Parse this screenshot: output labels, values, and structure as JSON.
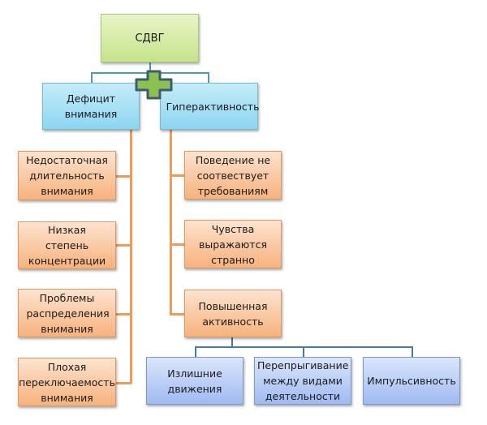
{
  "diagram": {
    "root": "СДВГ",
    "categories": [
      {
        "label": "Дефицит внимания",
        "items": [
          "Недостаточная длительность внимания",
          "Низкая степень концентрации",
          "Проблемы распределения внимания",
          "Плохая переключаемость внимания"
        ]
      },
      {
        "label": "Гиперактивность",
        "items": [
          "Поведение не соотвествует требованиям",
          "Чувства выражаются странно",
          "Повышенная активность"
        ]
      }
    ],
    "subitems": [
      "Излишние движения",
      "Перепрыгивание между видами деятельности",
      "Импульсивность"
    ],
    "plus_icon": "plus-icon",
    "colors": {
      "root_fill": "#c6e38a",
      "category_fill": "#8dd6f2",
      "item_fill": "#f7b27c",
      "subitem_fill": "#9fbaf2",
      "plus_fill": "#8cc152",
      "plus_border": "#3d5c6e"
    }
  }
}
